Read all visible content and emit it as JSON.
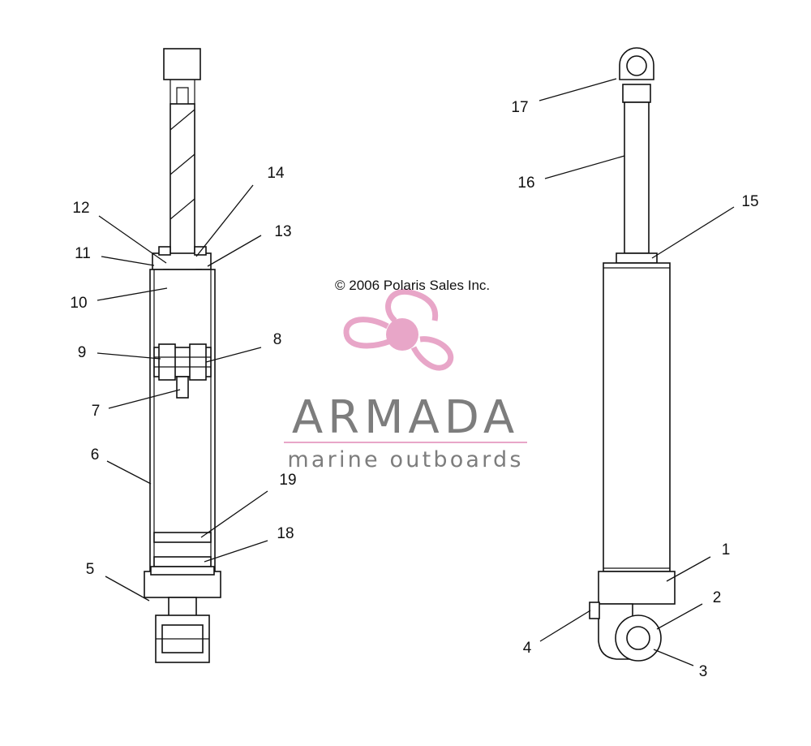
{
  "copyright": "© 2006 Polaris Sales Inc.",
  "watermark": {
    "brand": "ARMADA",
    "tagline": "marine outboards",
    "logo_icon": "propeller-logo-icon",
    "logo_color": "#e8a6c8",
    "text_color": "#7d7d7d"
  },
  "callouts": {
    "c1": "1",
    "c2": "2",
    "c3": "3",
    "c4": "4",
    "c5": "5",
    "c6": "6",
    "c7": "7",
    "c8": "8",
    "c9": "9",
    "c10": "10",
    "c11": "11",
    "c12": "12",
    "c13": "13",
    "c14": "14",
    "c15": "15",
    "c16": "16",
    "c17": "17",
    "c18": "18",
    "c19": "19"
  }
}
